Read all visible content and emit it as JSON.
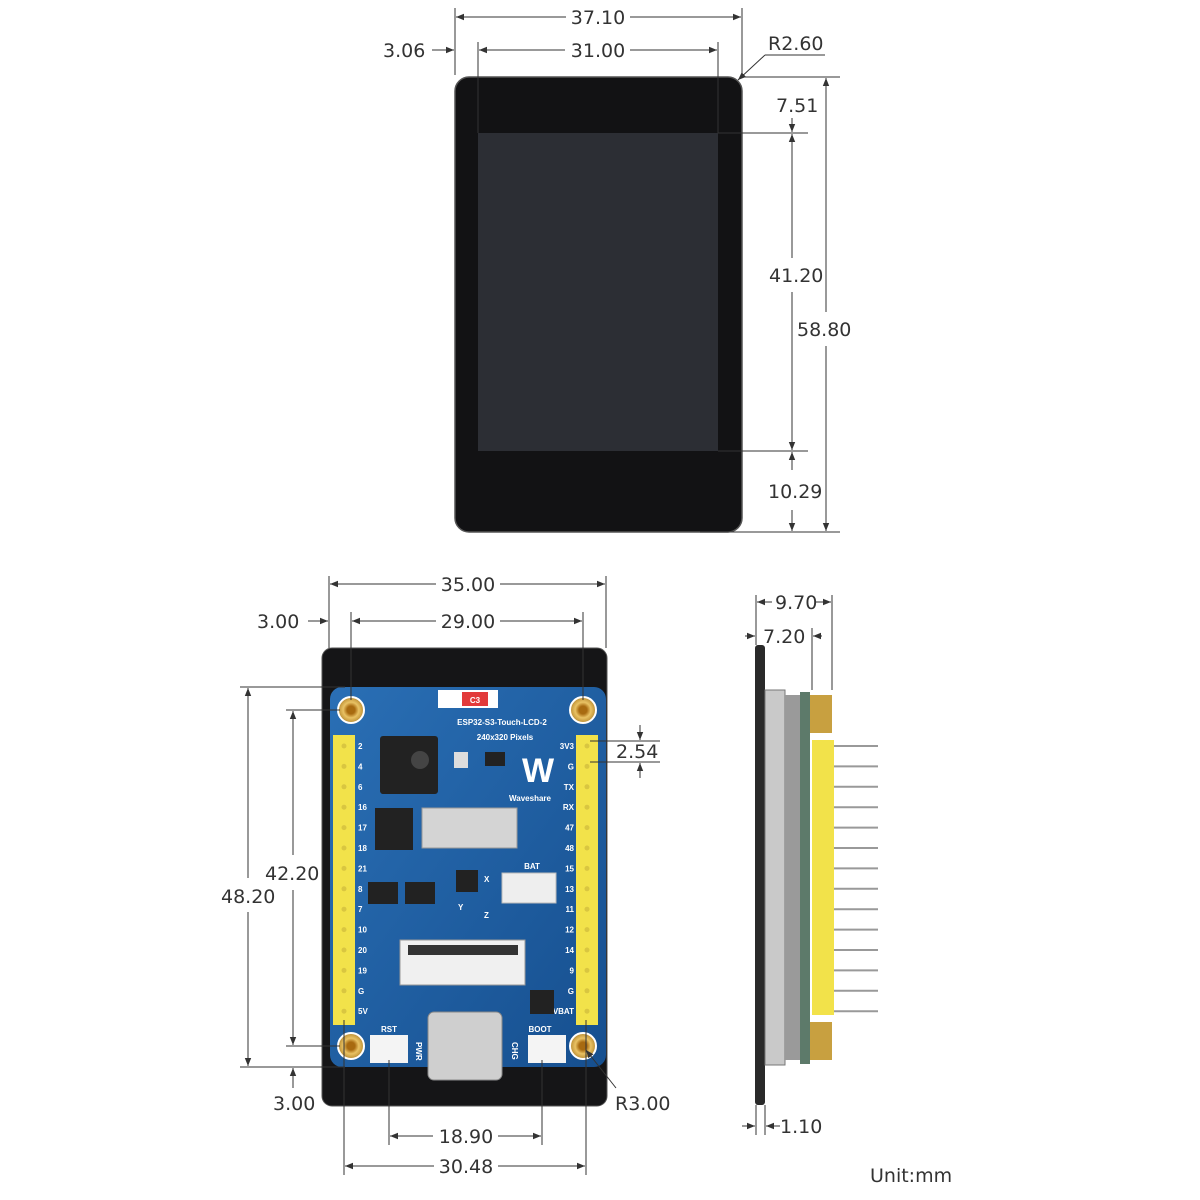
{
  "display_view": {
    "dims": {
      "width_outer": "37.10",
      "width_screen": "31.00",
      "offset_left": "3.06",
      "corner_radius": "R2.60",
      "top_bezel": "7.51",
      "screen_height": "41.20",
      "total_height": "58.80",
      "bottom_bezel": "10.29"
    }
  },
  "board_view": {
    "dims": {
      "width_outer": "35.00",
      "hole_spacing_x": "29.00",
      "offset_left": "3.00",
      "height_outer": "48.20",
      "hole_spacing_y": "42.20",
      "offset_bottom": "3.00",
      "pin_pitch": "2.54",
      "hole_radius": "R3.00",
      "button_spacing": "18.90",
      "header_spacing": "30.48"
    },
    "silkscreen": {
      "board_name": "ESP32-S3-Touch-LCD-2",
      "resolution": "240x320 Pixels",
      "brand": "Waveshare",
      "bat": "BAT",
      "rst": "RST",
      "boot": "BOOT",
      "pwr": "PWR",
      "chg": "CHG",
      "ic_label": "C3",
      "axis_x": "X",
      "axis_y": "Y",
      "axis_z": "Z"
    },
    "left_pins": [
      "2",
      "4",
      "6",
      "16",
      "17",
      "18",
      "21",
      "8",
      "7",
      "10",
      "20",
      "19",
      "G",
      "5V"
    ],
    "right_pins": [
      "3V3",
      "G",
      "TX",
      "RX",
      "47",
      "48",
      "15",
      "13",
      "11",
      "12",
      "14",
      "9",
      "G",
      "VBAT"
    ]
  },
  "side_view": {
    "dims": {
      "total_depth": "9.70",
      "board_depth": "7.20",
      "glass_thickness": "1.10"
    }
  },
  "unit_label": "Unit:mm"
}
